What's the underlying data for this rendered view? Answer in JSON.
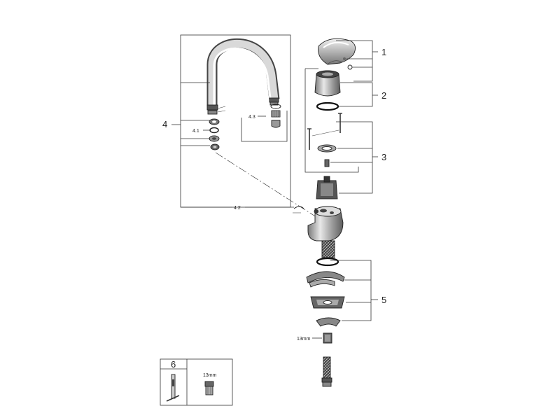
{
  "callouts": {
    "c1": "1",
    "c2": "2",
    "c3": "3",
    "c4": "4",
    "c41": "4.1",
    "c42": "4.2",
    "c43": "4.3",
    "c5": "5",
    "c6": "6"
  },
  "dimensions": {
    "nut_size_main": "13mm",
    "nut_size_tool": "13mm"
  }
}
